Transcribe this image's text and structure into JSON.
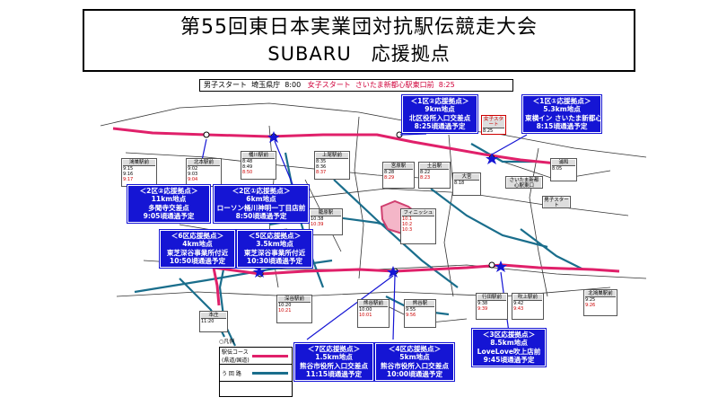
{
  "title": {
    "line1": "第55回東日本実業団対抗駅伝競走大会",
    "line2": "SUBARU　応援拠点"
  },
  "start_info": {
    "men_label": "男子スタート",
    "men_place": "埼玉県庁",
    "men_time": "8:00",
    "women_label": "女子スタート",
    "women_place": "さいたま新都心駅東口前",
    "women_time": "8:25"
  },
  "colors": {
    "course": "#e0206a",
    "detour": "#1a6e8c",
    "road": "#222222",
    "box": "#1515d4",
    "venue": "#d04070"
  },
  "callouts": [
    {
      "id": "men-2-2",
      "lines": [
        "＜1区②応援拠点＞",
        "9km地点",
        "北区役所入口交差点",
        "8:25頃通過予定"
      ]
    },
    {
      "id": "men-1-1",
      "lines": [
        "＜1区①応援拠点＞",
        "5.3km地点",
        "東横イン さいたま新都心前",
        "8:15頃通過予定"
      ]
    },
    {
      "id": "men-2-2b",
      "lines": [
        "＜2区②応援拠点＞",
        "11km地点",
        "多聞寺交差点",
        "9:05頃通過予定"
      ]
    },
    {
      "id": "men-2-1",
      "lines": [
        "＜2区①応援拠点＞",
        "6km地点",
        "ローソン桶川神明一丁目店前",
        "8:50頃通過予定"
      ]
    },
    {
      "id": "men-6",
      "lines": [
        "＜6区応援拠点＞",
        "4km地点",
        "東芝深谷事業所付近",
        "10:50頃通過予定"
      ]
    },
    {
      "id": "men-5",
      "lines": [
        "＜5区応援拠点＞",
        "3.5km地点",
        "東芝深谷事業所付近",
        "10:30頃通過予定"
      ]
    },
    {
      "id": "men-7",
      "lines": [
        "＜7区応援拠点＞",
        "1.5km地点",
        "熊谷市役所入口交差点",
        "11:15頃通過予定"
      ]
    },
    {
      "id": "men-4",
      "lines": [
        "＜4区応援拠点＞",
        "5km地点",
        "熊谷市役所入口交差点",
        "10:00頃通過予定"
      ]
    },
    {
      "id": "men-3",
      "lines": [
        "＜3区応援拠点＞",
        "8.5km地点",
        "LoveLove吹上店前",
        "9:45頃通過予定"
      ]
    }
  ],
  "legend": {
    "marker": "○凡例",
    "course_label": "駅伝コース(県道/国道)",
    "detour_label": "う 回 路"
  },
  "small_labels": {
    "women_start_box": "女子スタート",
    "men_start_box": "男子スタート",
    "saitama_label": "さいたま新都心駅東口",
    "phinix": "フィニッシュ"
  }
}
